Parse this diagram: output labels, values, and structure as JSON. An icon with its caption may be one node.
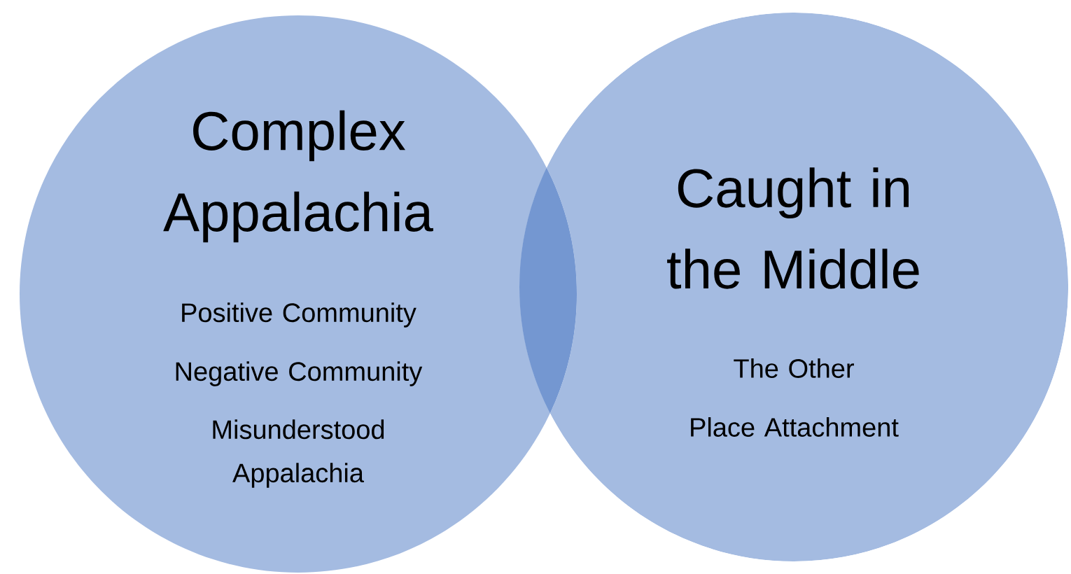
{
  "diagram": {
    "nodes": [
      {
        "text": [
          "Complex Appalachia",
          "Positive Community",
          "Negative Community",
          "Misunderstood Appalachia"
        ]
      },
      {
        "text": [
          "Caught in the Middle",
          "The Other",
          "Place Attachment"
        ]
      }
    ]
  }
}
